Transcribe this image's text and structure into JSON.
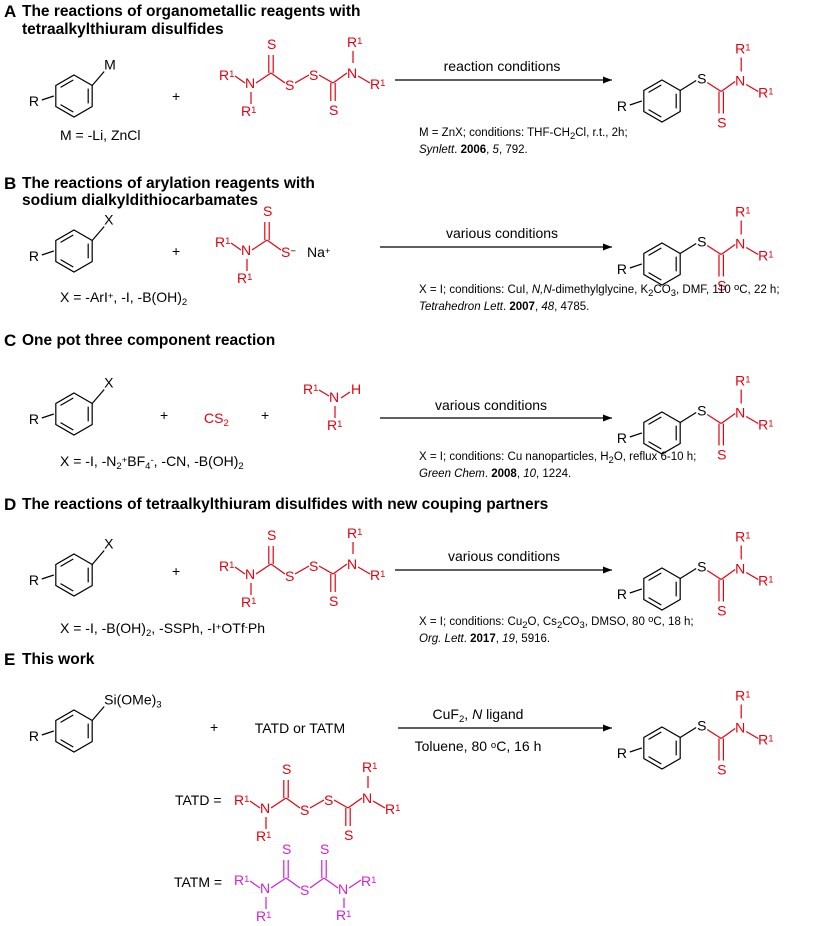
{
  "sections": [
    {
      "letter": "A",
      "title_lines": [
        "The reactions of organometallic reagents with",
        "tetraalkylthiuram disulfides"
      ],
      "substituent": "M",
      "reagent_note": "M = -Li, ZnCl",
      "partner": "thiuram disulfide",
      "arrow_label": "reaction conditions",
      "conditions": "M = ZnX; conditions: THF-CH2Cl, r.t., 2h;",
      "reference": {
        "journal": "Synlett",
        "year": "2006",
        "volume": "5",
        "pages": ", 792."
      }
    },
    {
      "letter": "B",
      "title_lines": [
        "The reactions of arylation reagents with",
        "sodium dialkyldithiocarbamates"
      ],
      "substituent": "X",
      "reagent_note": "X = -ArI+, -I, -B(OH)2",
      "partner": "sodium dithiocarbamate",
      "arrow_label": "various conditions",
      "conditions": "X = I; conditions: CuI, N,N-dimethylglycine, K2CO3, DMF, 110 oC, 22 h;",
      "reference": {
        "journal": "Tetrahedron Lett",
        "year": "2007",
        "volume": "48",
        "pages": ", 4785."
      }
    },
    {
      "letter": "C",
      "title_lines": [
        "One pot three component reaction"
      ],
      "substituent": "X",
      "reagent_note": "X = -I, -N2+BF4-, -CN, -B(OH)2",
      "partner": "CS2 + amine",
      "arrow_label": "various conditions",
      "conditions": "X = I; conditions: Cu nanoparticles, H2O, reflux 6-10 h;",
      "reference": {
        "journal": "Green Chem",
        "year": "2008",
        "volume": "10",
        "pages": ", 1224."
      }
    },
    {
      "letter": "D",
      "title_lines": [
        "The reactions of  tetraalkylthiuram disulfides with new couping partners"
      ],
      "substituent": "X",
      "reagent_note": "X = -I, -B(OH)2, -SSPh, -I+OTf-Ph",
      "partner": "thiuram disulfide",
      "arrow_label": "various conditions",
      "conditions": "X = I; conditions: Cu2O, Cs2CO3, DMSO, 80 oC, 18 h;",
      "reference": {
        "journal": "Org. Lett",
        "year": "2017",
        "volume": "19",
        "pages": ", 5916."
      }
    },
    {
      "letter": "E",
      "title_lines": [
        "This work"
      ],
      "substituent": "Si(OMe)3",
      "partner": "TATD or TATM",
      "arrow_label_top": "CuF2, N ligand",
      "arrow_label_bottom": "Toluene, 80 oC, 16 h",
      "definitions": [
        "TATD =",
        "TATM ="
      ]
    }
  ],
  "atoms": {
    "R": "R",
    "R1": "R",
    "one": "1",
    "S": "S",
    "N": "N",
    "H": "H",
    "Na": "Na",
    "plus": "+",
    "minus": "−",
    "CS2": "CS2"
  },
  "colors": {
    "reagent": "#e6000f",
    "tatm": "#d61fd6",
    "text": "#000000"
  }
}
